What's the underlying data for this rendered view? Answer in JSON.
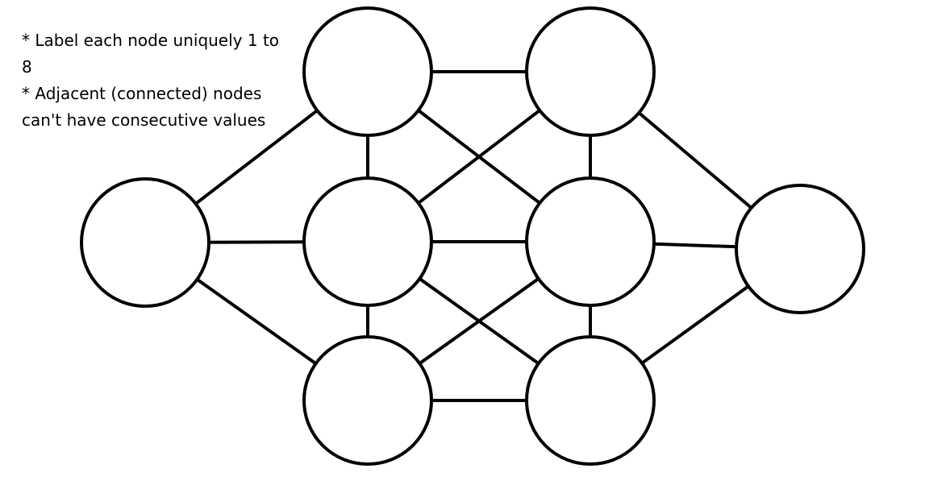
{
  "instructions": {
    "rule_1": "* Label each node uniquely 1 to 8",
    "rule_2": "* Adjacent (connected) nodes can't have consecutive values"
  },
  "diagram": {
    "nodes": [
      {
        "id": "left",
        "label": ""
      },
      {
        "id": "col1-top",
        "label": ""
      },
      {
        "id": "col1-mid",
        "label": ""
      },
      {
        "id": "col1-bot",
        "label": ""
      },
      {
        "id": "col2-top",
        "label": ""
      },
      {
        "id": "col2-mid",
        "label": ""
      },
      {
        "id": "col2-bot",
        "label": ""
      },
      {
        "id": "right",
        "label": ""
      }
    ],
    "edges": [
      [
        "left",
        "col1-top"
      ],
      [
        "left",
        "col1-mid"
      ],
      [
        "left",
        "col1-bot"
      ],
      [
        "col1-top",
        "col1-mid"
      ],
      [
        "col1-mid",
        "col1-bot"
      ],
      [
        "col1-top",
        "col2-top"
      ],
      [
        "col1-top",
        "col2-mid"
      ],
      [
        "col1-mid",
        "col2-top"
      ],
      [
        "col1-mid",
        "col2-mid"
      ],
      [
        "col1-mid",
        "col2-bot"
      ],
      [
        "col1-bot",
        "col2-mid"
      ],
      [
        "col1-bot",
        "col2-bot"
      ],
      [
        "col2-top",
        "col2-mid"
      ],
      [
        "col2-mid",
        "col2-bot"
      ],
      [
        "col2-top",
        "right"
      ],
      [
        "col2-mid",
        "right"
      ],
      [
        "col2-bot",
        "right"
      ]
    ]
  }
}
